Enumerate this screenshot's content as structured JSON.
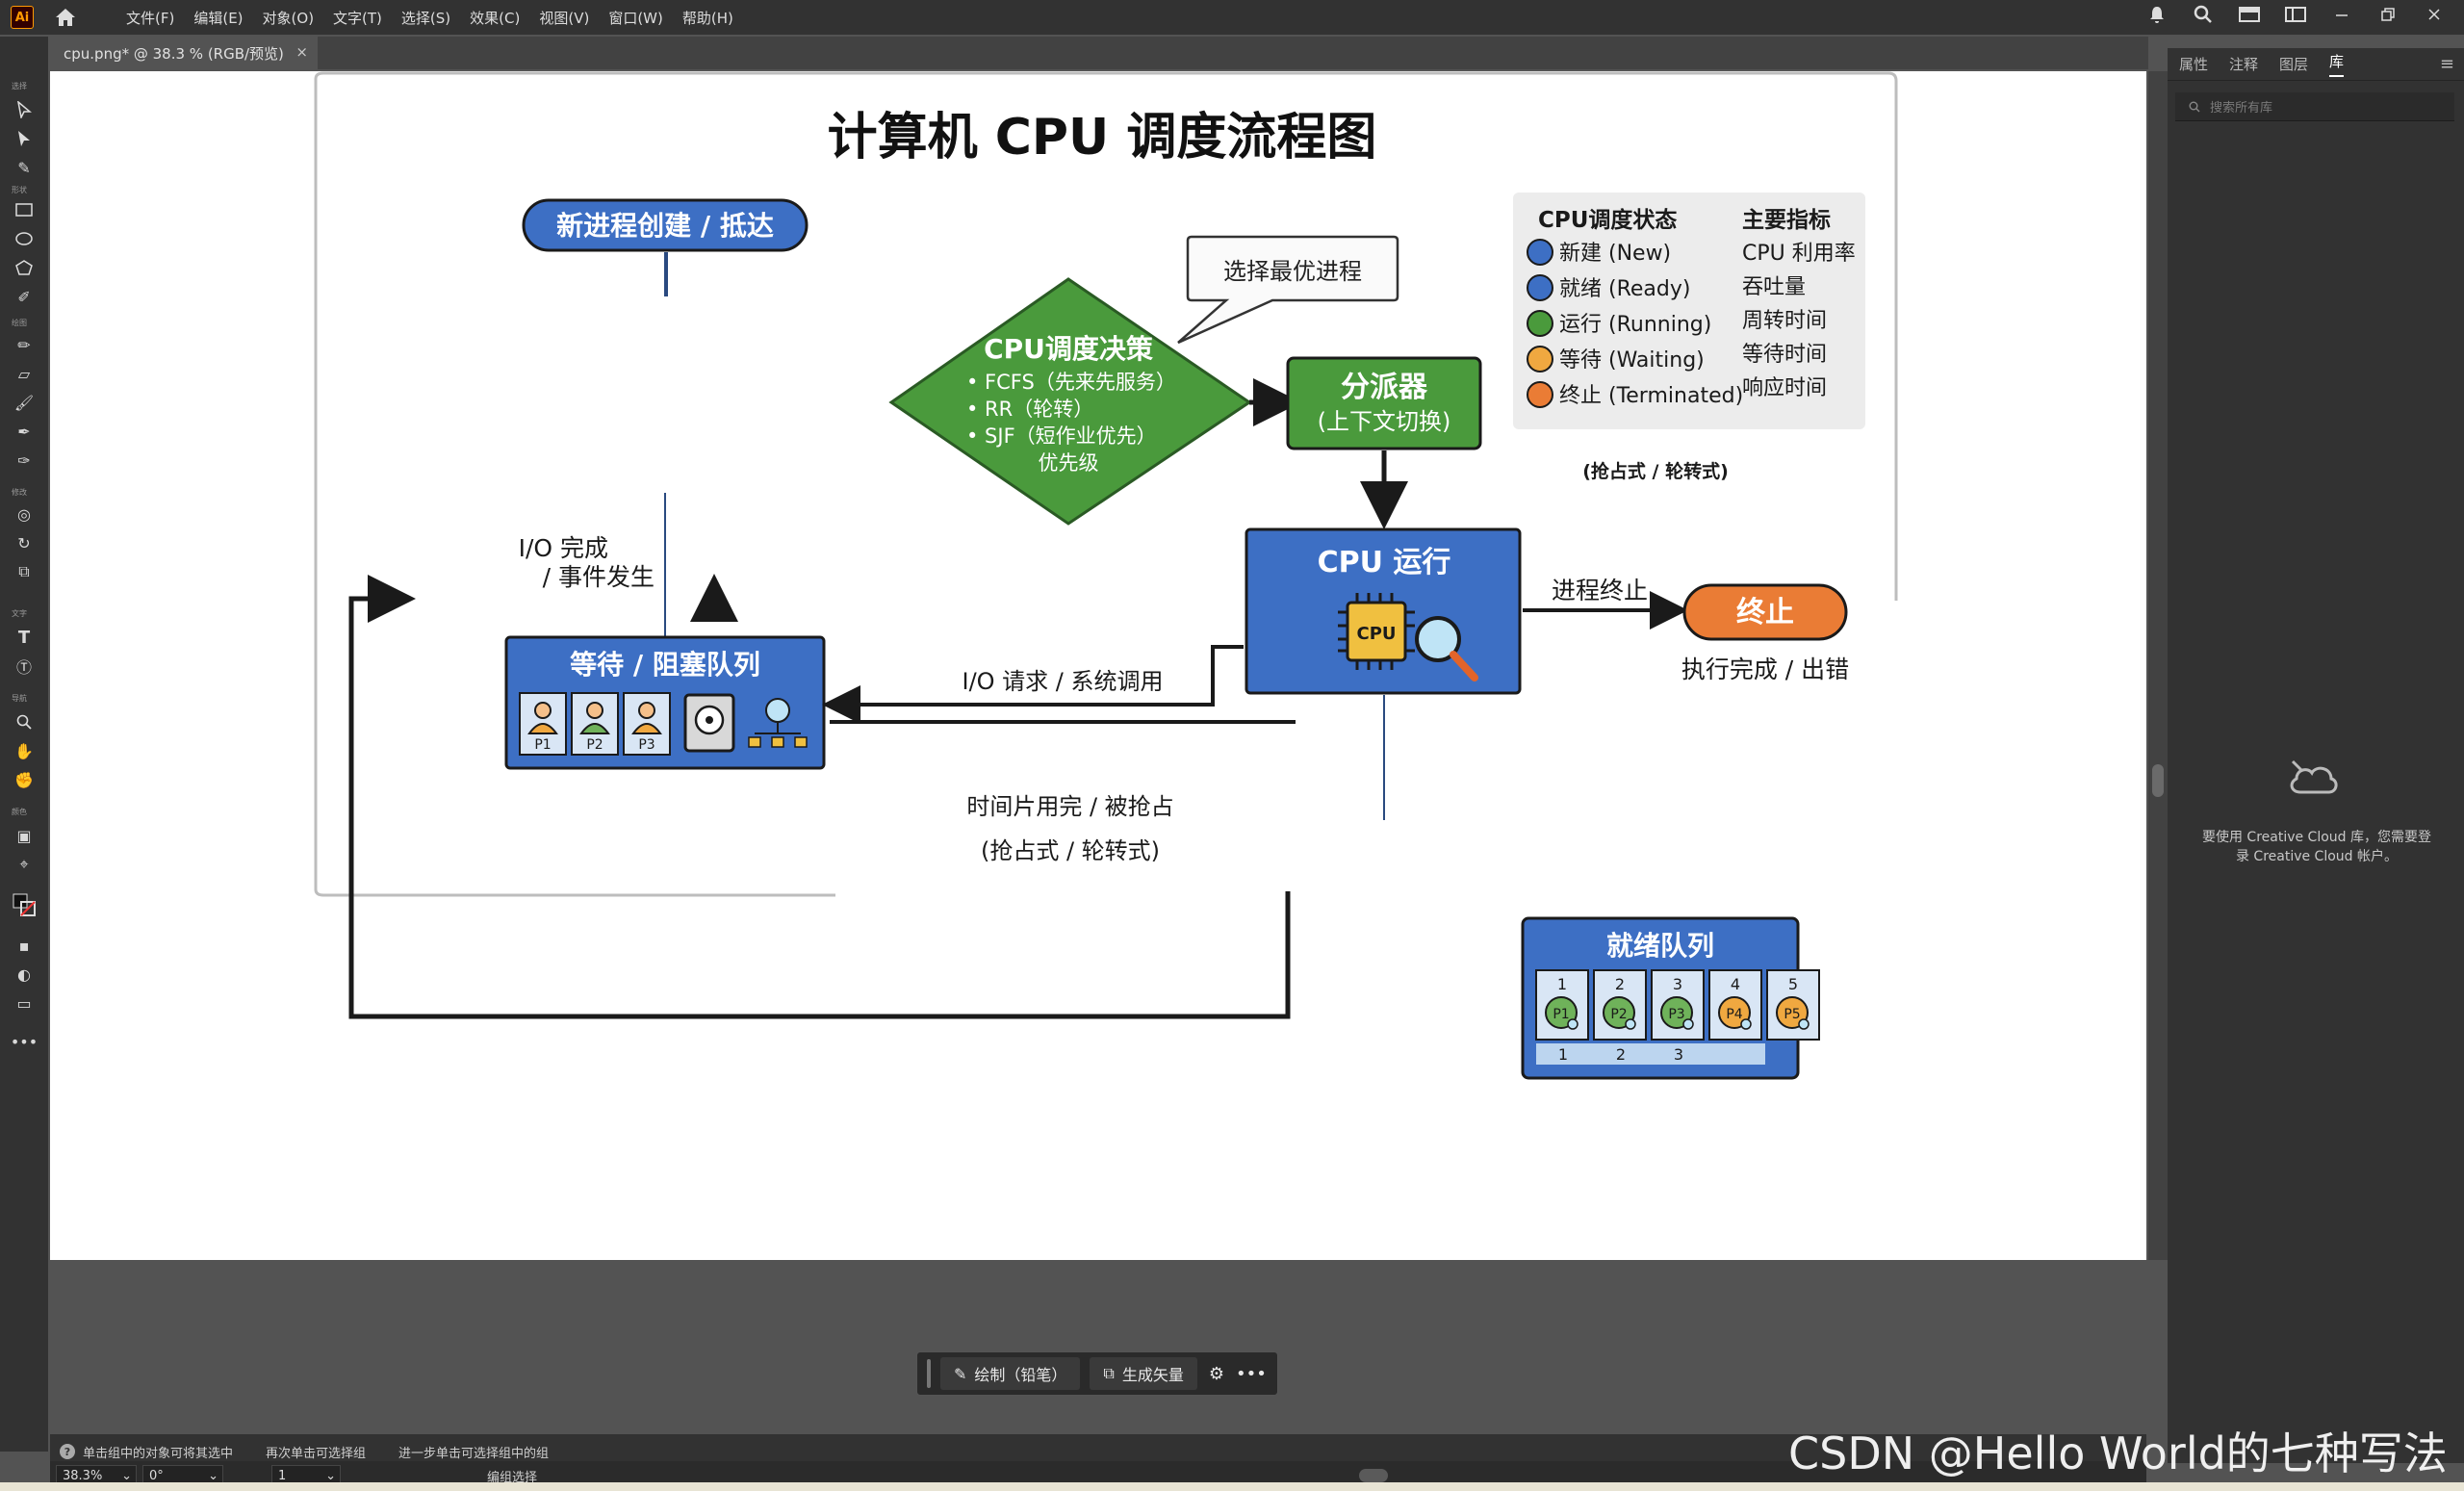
{
  "app": {
    "logo": "Ai",
    "menu": [
      "文件(F)",
      "编辑(E)",
      "对象(O)",
      "文字(T)",
      "选择(S)",
      "效果(C)",
      "视图(V)",
      "窗口(W)",
      "帮助(H)"
    ]
  },
  "document_tab": {
    "title": "cpu.png* @ 38.3 % (RGB/预览)",
    "close": "×"
  },
  "toolbar_sections": [
    "选择",
    "形状",
    "绘图",
    "修改",
    "文字",
    "导航",
    "颜色"
  ],
  "right_panel": {
    "tabs": [
      "属性",
      "注释",
      "图层",
      "库"
    ],
    "active_tab": "库",
    "search_placeholder": "搜索所有库",
    "cc_message_line1": "要使用 Creative Cloud 库，您需要登",
    "cc_message_line2": "录 Creative Cloud 帐户。"
  },
  "floating_toolbar": {
    "draw_label": "绘制（铅笔）",
    "vectorize_label": "生成矢量",
    "more": "•••"
  },
  "status": {
    "hint1": "单击组中的对象可将其选中",
    "hint2": "再次单击可选择组",
    "hint3": "进一步单击可选择组中的组",
    "zoom": "38.3%",
    "rotation": "0°",
    "artboard": "1",
    "mode": "编组选择"
  },
  "watermark": "CSDN @Hello World的七种写法",
  "diagram": {
    "title": "计算机 CPU 调度流程图",
    "new_process": "新进程创建 / 抵达",
    "bubble": "选择最优进程",
    "decision_title": "CPU调度决策",
    "decision_items": [
      "• FCFS（先来先服务）",
      "• RR（轮转）",
      "• SJF（短作业优先）",
      "优先级"
    ],
    "dispatcher_title": "分派器",
    "dispatcher_sub": "(上下文切换)",
    "cpu_run_title": "CPU 运行",
    "cpu_chip": "CPU",
    "terminate_edge": "进程终止",
    "terminate": "终止",
    "terminate_sub": "执行完成 / 出错",
    "io_done_line1": "I/O 完成",
    "io_done_line2": "/ 事件发生",
    "waiting_title": "等待 / 阻塞队列",
    "waiting_procs": [
      "P1",
      "P2",
      "P3"
    ],
    "io_request": "I/O 请求 / 系统调用",
    "timeslice_line1": "时间片用完 / 被抢占",
    "timeslice_line2": "(抢占式 / 轮转式)",
    "legend_head_state": "CPU调度状态",
    "legend_head_metric": "主要指标",
    "legend_states": [
      {
        "label": "新建 (New)",
        "color": "#3d6fc4"
      },
      {
        "label": "就绪 (Ready)",
        "color": "#3d6fc4"
      },
      {
        "label": "运行 (Running)",
        "color": "#4a9a3c"
      },
      {
        "label": "等待 (Waiting)",
        "color": "#f0a840"
      },
      {
        "label": "终止 (Terminated)",
        "color": "#ea7c35"
      }
    ],
    "legend_metrics": [
      "CPU 利用率",
      "吞吐量",
      "周转时间",
      "等待时间",
      "响应时间"
    ],
    "preempt_note": "(抢占式 / 轮转式)",
    "ready_title": "就绪队列",
    "ready_numbers": [
      "1",
      "2",
      "3",
      "4",
      "5"
    ],
    "ready_procs": [
      "P1",
      "P2",
      "P3",
      "P4",
      "P5"
    ],
    "ready_bottom": [
      "1",
      "2",
      "3"
    ],
    "colors": {
      "blue": "#3d6fc4",
      "green": "#4a9a3c",
      "orange": "#ea7c35",
      "dark": "#1a1a1a"
    }
  }
}
